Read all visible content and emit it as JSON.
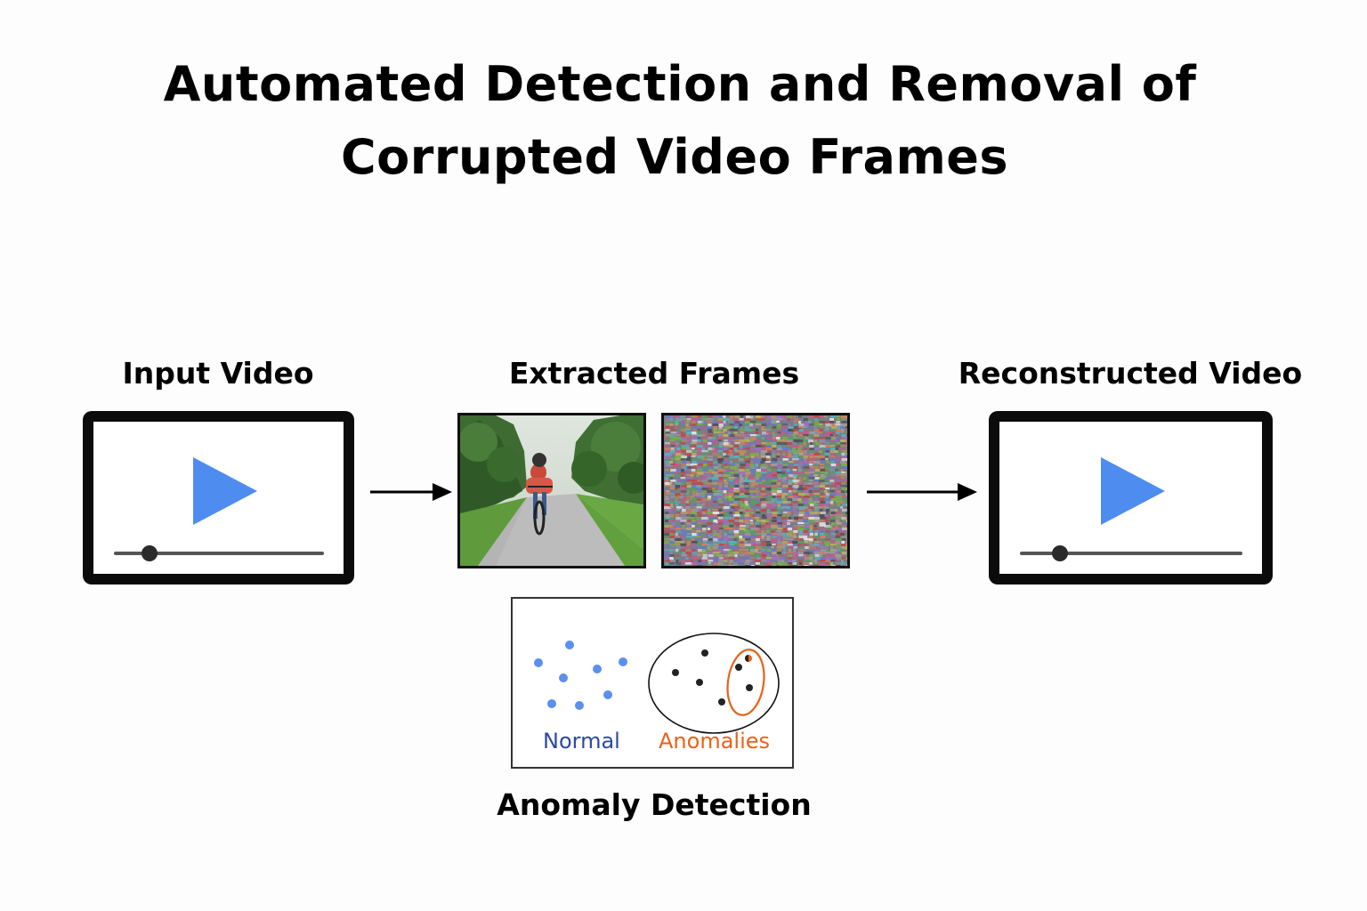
{
  "title": {
    "line1": "Automated Detection and Removal of",
    "line2": "Corrupted Video Frames"
  },
  "labels": {
    "input_video": "Input Video",
    "extracted_frames": "Extracted Frames",
    "reconstructed_video": "Reconstructed Video",
    "anomaly_detection": "Anomaly Detection"
  },
  "anomaly_panel": {
    "normal_label": "Normal",
    "anomalies_label": "Anomalies"
  },
  "colors": {
    "play_blue": "#4f8cf0",
    "normal_text": "#2b4aa0",
    "anomaly_orange": "#e8621a",
    "frame_border": "#111111"
  },
  "icons": {
    "play": "play-icon",
    "arrow": "right-arrow-icon"
  }
}
